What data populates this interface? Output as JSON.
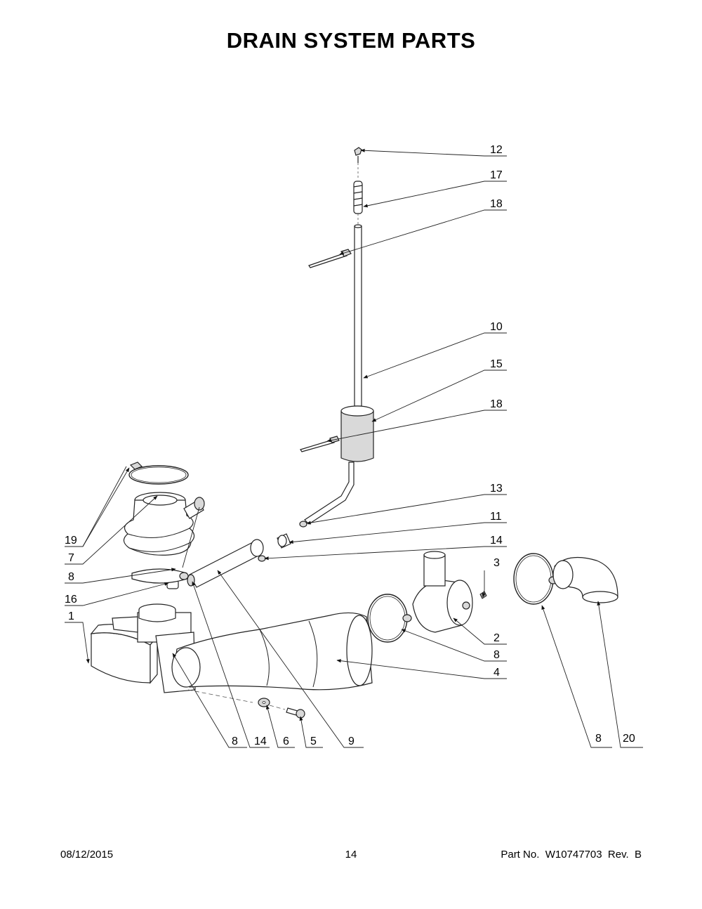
{
  "title": "DRAIN SYSTEM PARTS",
  "footer": {
    "date": "08/12/2015",
    "page": "14",
    "part_number": "Part No.  W10747703  Rev.  B"
  },
  "callouts": [
    {
      "id": "c12",
      "label": "12"
    },
    {
      "id": "c17",
      "label": "17"
    },
    {
      "id": "c18a",
      "label": "18"
    },
    {
      "id": "c10",
      "label": "10"
    },
    {
      "id": "c15",
      "label": "15"
    },
    {
      "id": "c18b",
      "label": "18"
    },
    {
      "id": "c13",
      "label": "13"
    },
    {
      "id": "c11",
      "label": "11"
    },
    {
      "id": "c14a",
      "label": "14"
    },
    {
      "id": "c3",
      "label": "3"
    },
    {
      "id": "c19",
      "label": "19"
    },
    {
      "id": "c7",
      "label": "7"
    },
    {
      "id": "c8a",
      "label": "8"
    },
    {
      "id": "c16",
      "label": "16"
    },
    {
      "id": "c1",
      "label": "1"
    },
    {
      "id": "c2",
      "label": "2"
    },
    {
      "id": "c8b",
      "label": "8"
    },
    {
      "id": "c4",
      "label": "4"
    },
    {
      "id": "c8c",
      "label": "8"
    },
    {
      "id": "c14b",
      "label": "14"
    },
    {
      "id": "c6",
      "label": "6"
    },
    {
      "id": "c5",
      "label": "5"
    },
    {
      "id": "c9",
      "label": "9"
    },
    {
      "id": "c8d",
      "label": "8"
    },
    {
      "id": "c20",
      "label": "20"
    }
  ]
}
